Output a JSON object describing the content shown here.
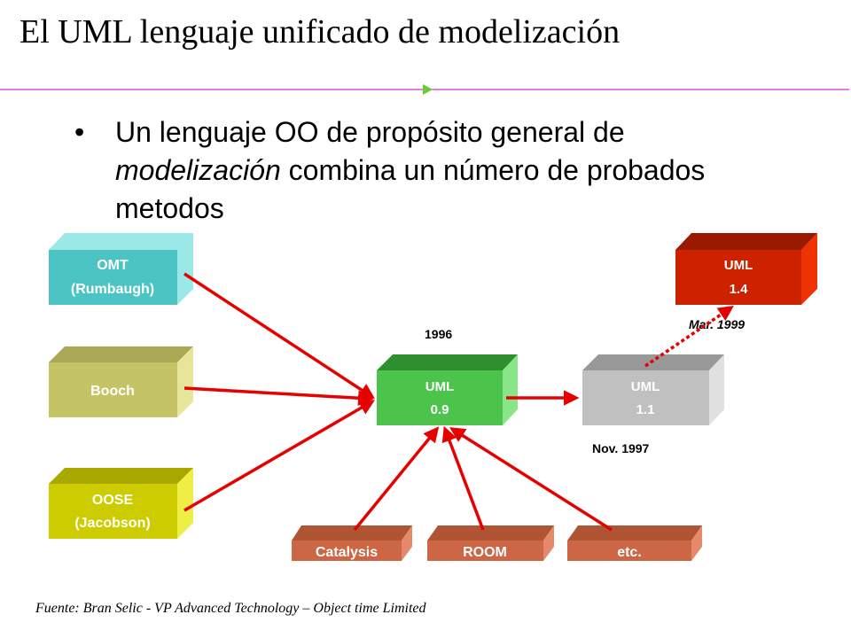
{
  "title": "El UML lenguaje unificado de modelización",
  "bullet": {
    "part1": "Un lenguaje OO de propósito general de ",
    "emph": "modelización",
    "part2": " combina un número de probados metodos"
  },
  "boxes": {
    "omt": [
      "OMT",
      "(Rumbaugh)"
    ],
    "booch": [
      "Booch"
    ],
    "oose": [
      "OOSE",
      "(Jacobson)"
    ],
    "uml09": [
      "UML",
      "0.9"
    ],
    "uml11": [
      "UML",
      "1.1"
    ],
    "uml14": [
      "UML",
      "1.4"
    ],
    "catalysis": "Catalysis",
    "room": "ROOM",
    "etc": "etc."
  },
  "dates": {
    "d1996": "1996",
    "nov1997": "Nov. 1997",
    "mar1999": "Mar. 1999"
  },
  "footer": "Fuente: Bran Selic - VP Advanced Technology – Object time Limited",
  "colors": {
    "divider": "#cc33cc",
    "divider_arrow": "#66cc33",
    "arrow": "#e60000",
    "omt": "#4cc4c4",
    "booch": "#c4c466",
    "oose": "#cccc00",
    "uml09": "#4cc44c",
    "uml11": "#c0c0c0",
    "uml14": "#cc2200",
    "method": "#cc6644"
  }
}
